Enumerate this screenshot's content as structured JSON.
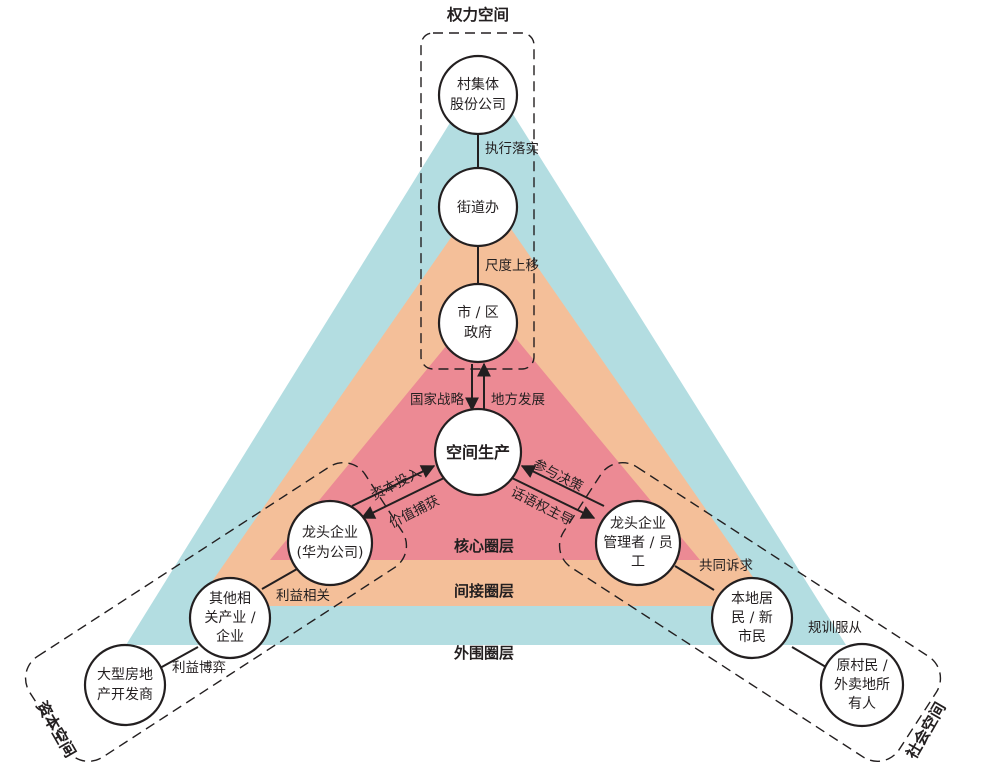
{
  "spaces": {
    "power": "权力空间",
    "capital": "资本空间",
    "social": "社会空间"
  },
  "layers": {
    "core": "核心圈层",
    "indirect": "间接圈层",
    "outer": "外围圈层"
  },
  "colors": {
    "outer": "#b3dde1",
    "indirect": "#f4bf99",
    "core": "#ec8a94"
  },
  "nodes": {
    "village_company": [
      "村集体",
      "股份公司"
    ],
    "subdistrict_office": [
      "街道办"
    ],
    "city_district_gov": [
      "市 / 区",
      "政府"
    ],
    "space_production": [
      "空间生产"
    ],
    "leading_enterprise": [
      "龙头企业",
      "(华为公司)"
    ],
    "other_industry": [
      "其他相",
      "关产业 /",
      "企业"
    ],
    "real_estate_developer": [
      "大型房地",
      "产开发商"
    ],
    "enterprise_staff": [
      "龙头企业",
      "管理者 / 员",
      "工"
    ],
    "local_residents": [
      "本地居",
      "民 / 新",
      "市民"
    ],
    "original_villagers": [
      "原村民 /",
      "外卖地所",
      "有人"
    ]
  },
  "edges": {
    "execute": "执行落实",
    "scale_up": "尺度上移",
    "national_strategy": "国家战略",
    "local_development": "地方发展",
    "capital_investment": "资本投入",
    "value_capture": "价值捕获",
    "participate_decision": "参与决策",
    "discourse_dominance": "话语权主导",
    "interest_related": "利益相关",
    "interest_game": "利益博弈",
    "common_appeal": "共同诉求",
    "discipline_obey": "规训服从"
  }
}
